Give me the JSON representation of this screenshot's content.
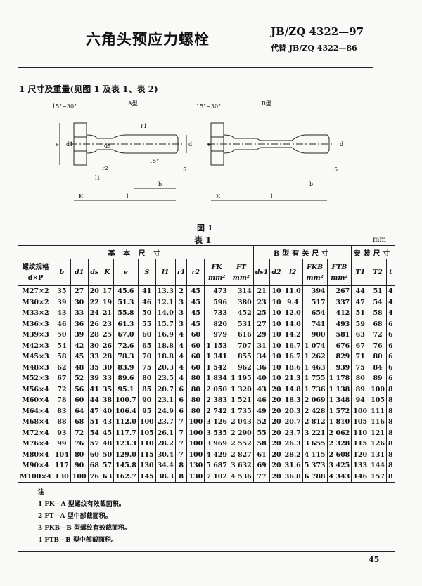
{
  "header": {
    "title": "六角头预应力螺栓",
    "standard": "JB/ZQ 4322—97",
    "replaces": "代替 JB/ZQ 4322—86"
  },
  "section": {
    "heading": "1  尺寸及重量(见图 1 及表 1、表 2)"
  },
  "figure": {
    "type_a": "A型",
    "type_b": "B型",
    "angle": "15°~30°",
    "caption": "图 1",
    "labels": {
      "e": "e",
      "d1": "d1",
      "ds": "ds",
      "d": "d",
      "K": "K",
      "l": "l",
      "l1": "l1",
      "b": "b",
      "r1": "r1",
      "r2": "r2",
      "five": "5",
      "deg15": "15°"
    }
  },
  "table": {
    "caption": "表 1",
    "unit": "mm",
    "groups": [
      "基 本 尺 寸",
      "B型有关尺寸",
      "安装尺寸"
    ],
    "columns": [
      "螺纹规格 d×P",
      "b",
      "d1",
      "ds",
      "K",
      "e",
      "S",
      "l1",
      "r1",
      "r2",
      "FK mm²",
      "FT mm²",
      "ds1",
      "d2",
      "l2",
      "FKB mm²",
      "FTB mm²",
      "T1",
      "T2",
      "t"
    ],
    "rows": [
      [
        "M27×2",
        "35",
        "27",
        "20",
        "17",
        "45.6",
        "41",
        "13.3",
        "2",
        "45",
        "473",
        "314",
        "21",
        "10",
        "11.0",
        "394",
        "267",
        "44",
        "51",
        "4"
      ],
      [
        "M30×2",
        "39",
        "30",
        "22",
        "19",
        "51.3",
        "46",
        "12.1",
        "3",
        "45",
        "596",
        "380",
        "23",
        "10",
        "9.4",
        "517",
        "337",
        "47",
        "54",
        "4"
      ],
      [
        "M33×2",
        "43",
        "33",
        "24",
        "21",
        "55.8",
        "50",
        "14.0",
        "3",
        "45",
        "733",
        "452",
        "25",
        "10",
        "12.0",
        "654",
        "412",
        "51",
        "58",
        "4"
      ],
      [
        "M36×3",
        "46",
        "36",
        "26",
        "23",
        "61.3",
        "55",
        "15.7",
        "3",
        "45",
        "820",
        "531",
        "27",
        "10",
        "14.0",
        "741",
        "493",
        "59",
        "68",
        "6"
      ],
      [
        "M39×3",
        "50",
        "39",
        "28",
        "25",
        "67.0",
        "60",
        "16.9",
        "4",
        "60",
        "979",
        "616",
        "29",
        "10",
        "14.2",
        "900",
        "581",
        "63",
        "72",
        "6"
      ],
      [
        "M42×3",
        "54",
        "42",
        "30",
        "26",
        "72.6",
        "65",
        "18.8",
        "4",
        "60",
        "1 153",
        "707",
        "31",
        "10",
        "16.7",
        "1 074",
        "676",
        "67",
        "76",
        "6"
      ],
      [
        "M45×3",
        "58",
        "45",
        "33",
        "28",
        "78.3",
        "70",
        "18.8",
        "4",
        "60",
        "1 341",
        "855",
        "34",
        "10",
        "16.7",
        "1 262",
        "829",
        "71",
        "80",
        "6"
      ],
      [
        "M48×3",
        "62",
        "48",
        "35",
        "30",
        "83.9",
        "75",
        "20.3",
        "4",
        "60",
        "1 542",
        "962",
        "36",
        "10",
        "18.6",
        "1 463",
        "939",
        "75",
        "84",
        "6"
      ],
      [
        "M52×3",
        "67",
        "52",
        "39",
        "33",
        "89.6",
        "80",
        "23.5",
        "4",
        "80",
        "1 834",
        "1 195",
        "40",
        "10",
        "21.3",
        "1 755",
        "1 178",
        "80",
        "89",
        "6"
      ],
      [
        "M56×4",
        "72",
        "56",
        "41",
        "35",
        "95.1",
        "85",
        "20.7",
        "6",
        "80",
        "2 050",
        "1 320",
        "43",
        "20",
        "14.8",
        "1 736",
        "1 138",
        "89",
        "100",
        "8"
      ],
      [
        "M60×4",
        "78",
        "60",
        "44",
        "38",
        "100.7",
        "90",
        "23.1",
        "6",
        "80",
        "2 383",
        "1 521",
        "46",
        "20",
        "18.3",
        "2 069",
        "1 348",
        "94",
        "105",
        "8"
      ],
      [
        "M64×4",
        "83",
        "64",
        "47",
        "40",
        "106.4",
        "95",
        "24.9",
        "6",
        "80",
        "2 742",
        "1 735",
        "49",
        "20",
        "20.3",
        "2 428",
        "1 572",
        "100",
        "111",
        "8"
      ],
      [
        "M68×4",
        "88",
        "68",
        "51",
        "43",
        "112.0",
        "100",
        "23.7",
        "7",
        "100",
        "3 126",
        "2 043",
        "52",
        "20",
        "20.7",
        "2 812",
        "1 810",
        "105",
        "116",
        "8"
      ],
      [
        "M72×4",
        "93",
        "72",
        "54",
        "45",
        "117.7",
        "105",
        "26.1",
        "7",
        "100",
        "3 535",
        "2 290",
        "55",
        "20",
        "23.7",
        "3 221",
        "2 062",
        "110",
        "121",
        "8"
      ],
      [
        "M76×4",
        "99",
        "76",
        "57",
        "48",
        "123.3",
        "110",
        "28.2",
        "7",
        "100",
        "3 969",
        "2 552",
        "58",
        "20",
        "26.3",
        "3 655",
        "2 328",
        "115",
        "126",
        "8"
      ],
      [
        "M80×4",
        "104",
        "80",
        "60",
        "50",
        "129.0",
        "115",
        "30.4",
        "7",
        "100",
        "4 429",
        "2 827",
        "61",
        "20",
        "28.2",
        "4 115",
        "2 608",
        "120",
        "131",
        "8"
      ],
      [
        "M90×4",
        "117",
        "90",
        "68",
        "57",
        "145.8",
        "130",
        "34.4",
        "8",
        "130",
        "5 687",
        "3 632",
        "69",
        "20",
        "31.6",
        "5 373",
        "3 425",
        "133",
        "144",
        "8"
      ],
      [
        "M100×4",
        "130",
        "100",
        "76",
        "63",
        "162.7",
        "145",
        "38.3",
        "8",
        "130",
        "7 102",
        "4 536",
        "77",
        "20",
        "36.8",
        "6 788",
        "4 343",
        "146",
        "157",
        "8"
      ]
    ],
    "notes_title": "注",
    "notes": [
      "1  FK—A 型螺纹有效截面积。",
      "2  FT—A 型中部截面积。",
      "3  FKB—B 型螺纹有效截面积。",
      "4  FTB—B 型中部截面积。"
    ]
  },
  "page_number": "45"
}
